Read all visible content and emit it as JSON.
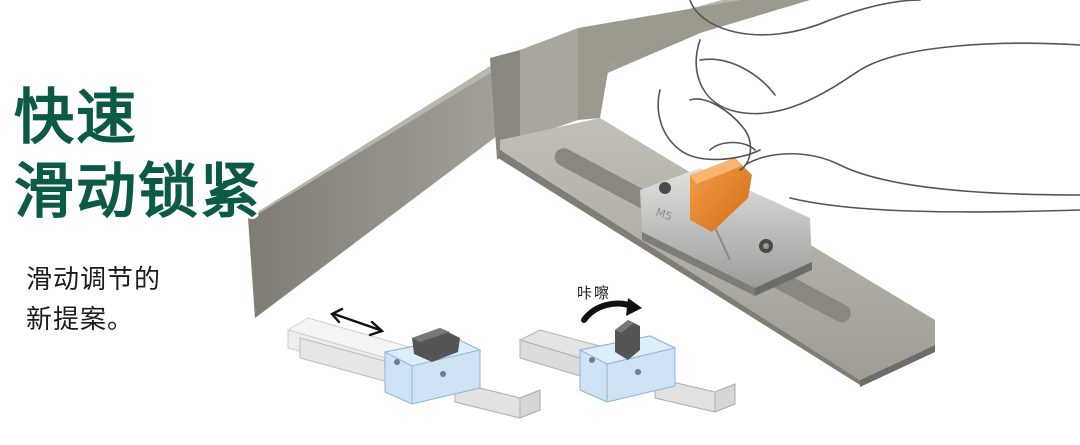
{
  "colors": {
    "brand": "#0b5a47",
    "knob": "#e8872a",
    "metal": "#9a978e",
    "clear_blue": "#cfe3f5"
  },
  "headline": {
    "line1": "快速",
    "line2": "滑动锁紧"
  },
  "subtitle": {
    "line1": "滑动调节的",
    "line2": "新提案。"
  },
  "diagram": {
    "click_label": "咔嚓"
  },
  "icons": [
    "double-arrow-icon",
    "curved-arrow-icon"
  ]
}
